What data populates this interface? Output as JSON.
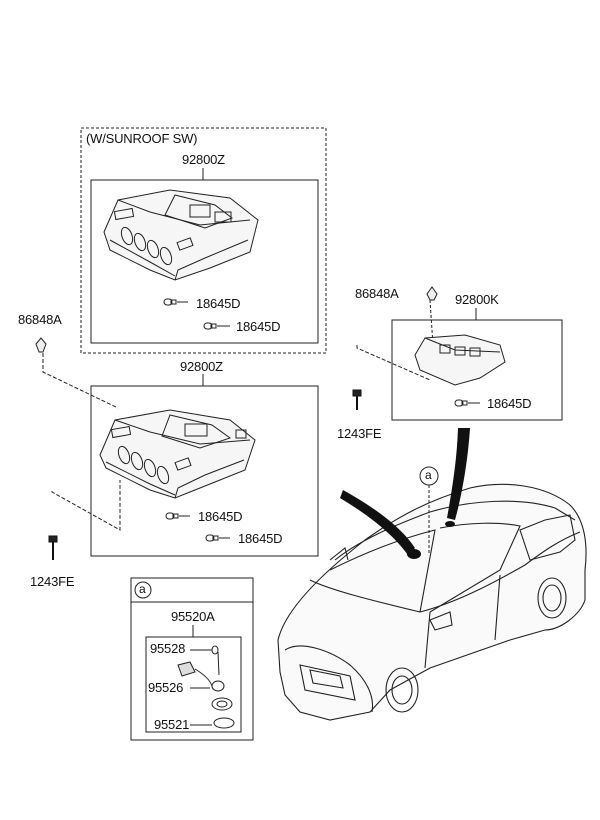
{
  "sunroof_group": {
    "title": "(W/SUNROOF SW)",
    "assembly_part": "92800Z",
    "bulb_1": "18645D",
    "bulb_2": "18645D"
  },
  "main_group": {
    "clip_part": "86848A",
    "assembly_part": "92800Z",
    "bulb_1": "18645D",
    "bulb_2": "18645D",
    "screw_part": "1243FE"
  },
  "right_group": {
    "clip_part": "86848A",
    "assembly_part": "92800K",
    "bulb": "18645D",
    "screw_part": "1243FE"
  },
  "detail_a": {
    "marker": "a",
    "assembly_part": "95520A",
    "parts": [
      "95528",
      "95526",
      "95521"
    ]
  },
  "car_marker": "a"
}
